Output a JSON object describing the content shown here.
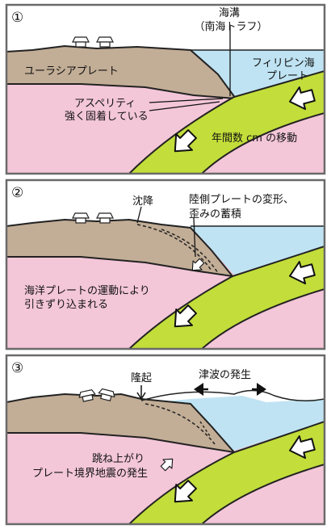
{
  "colors": {
    "sea": "#bfe3f2",
    "continental_plate": "#c2ad96",
    "mantle": "#f3c6d8",
    "oceanic_plate": "#c3dd3a",
    "frame": "#6a6a6a",
    "arrow_fill": "#ffffff"
  },
  "panels": [
    {
      "number": "①",
      "labels": {
        "trench_line1": "海溝",
        "trench_line2": "（南海トラフ）",
        "eurasian_plate": "ユーラシアプレート",
        "philippine_line1": "フィリピン海",
        "philippine_line2": "プレート",
        "asperity_line1": "アスペリティ",
        "asperity_line2": "強く固着している",
        "speed": "年間数 cm の移動"
      }
    },
    {
      "number": "②",
      "labels": {
        "subsidence": "沈降",
        "deform_line1": "陸側プレートの変形、",
        "deform_line2": "歪みの蓄積",
        "drag_line1": "海洋プレートの運動により",
        "drag_line2": "引きずり込まれる"
      }
    },
    {
      "number": "③",
      "labels": {
        "uplift": "隆起",
        "tsunami": "津波の発生",
        "rebound_line1": "跳ね上がり",
        "rebound_line2": "プレート境界地震の発生"
      }
    }
  ],
  "icons": [
    "house-icon",
    "plate-motion-arrow-icon",
    "rebound-arrow-icon",
    "wave-spread-arrow-icon"
  ]
}
